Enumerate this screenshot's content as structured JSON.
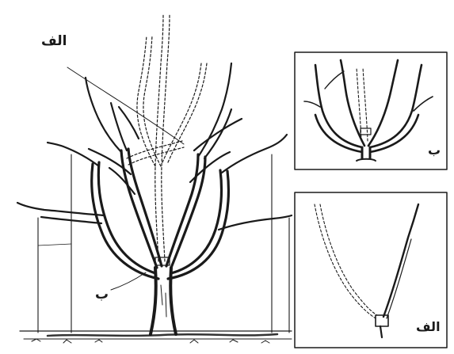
{
  "labels": {
    "main_alef": "الف",
    "main_be": "ب",
    "inset_top_be": "ب",
    "inset_bottom_alef": "الف"
  },
  "colors": {
    "ink": "#1a1a1a",
    "background": "#ffffff"
  }
}
